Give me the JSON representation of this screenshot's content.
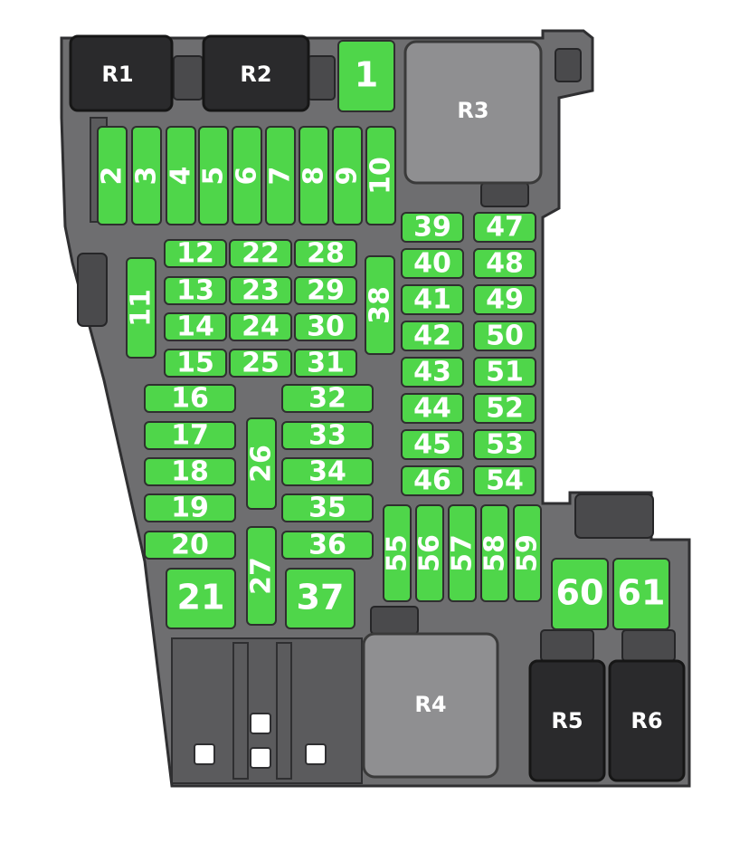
{
  "diagram": {
    "relays": {
      "r1": "R1",
      "r2": "R2",
      "r3": "R3",
      "r4": "R4",
      "r5": "R5",
      "r6": "R6"
    },
    "fuses": {
      "f1": "1",
      "f2": "2",
      "f3": "3",
      "f4": "4",
      "f5": "5",
      "f6": "6",
      "f7": "7",
      "f8": "8",
      "f9": "9",
      "f10": "10",
      "f11": "11",
      "f12": "12",
      "f13": "13",
      "f14": "14",
      "f15": "15",
      "f16": "16",
      "f17": "17",
      "f18": "18",
      "f19": "19",
      "f20": "20",
      "f21": "21",
      "f22": "22",
      "f23": "23",
      "f24": "24",
      "f25": "25",
      "f26": "26",
      "f27": "27",
      "f28": "28",
      "f29": "29",
      "f30": "30",
      "f31": "31",
      "f32": "32",
      "f33": "33",
      "f34": "34",
      "f35": "35",
      "f36": "36",
      "f37": "37",
      "f38": "38",
      "f39": "39",
      "f40": "40",
      "f41": "41",
      "f42": "42",
      "f43": "43",
      "f44": "44",
      "f45": "45",
      "f46": "46",
      "f47": "47",
      "f48": "48",
      "f49": "49",
      "f50": "50",
      "f51": "51",
      "f52": "52",
      "f53": "53",
      "f54": "54",
      "f55": "55",
      "f56": "56",
      "f57": "57",
      "f58": "58",
      "f59": "59",
      "f60": "60",
      "f61": "61"
    },
    "colors": {
      "fuse": "#4fd64a",
      "relay_gray": "#8f8f91",
      "relay_dark": "#2a2a2c",
      "housing": "#6e6e70"
    }
  }
}
